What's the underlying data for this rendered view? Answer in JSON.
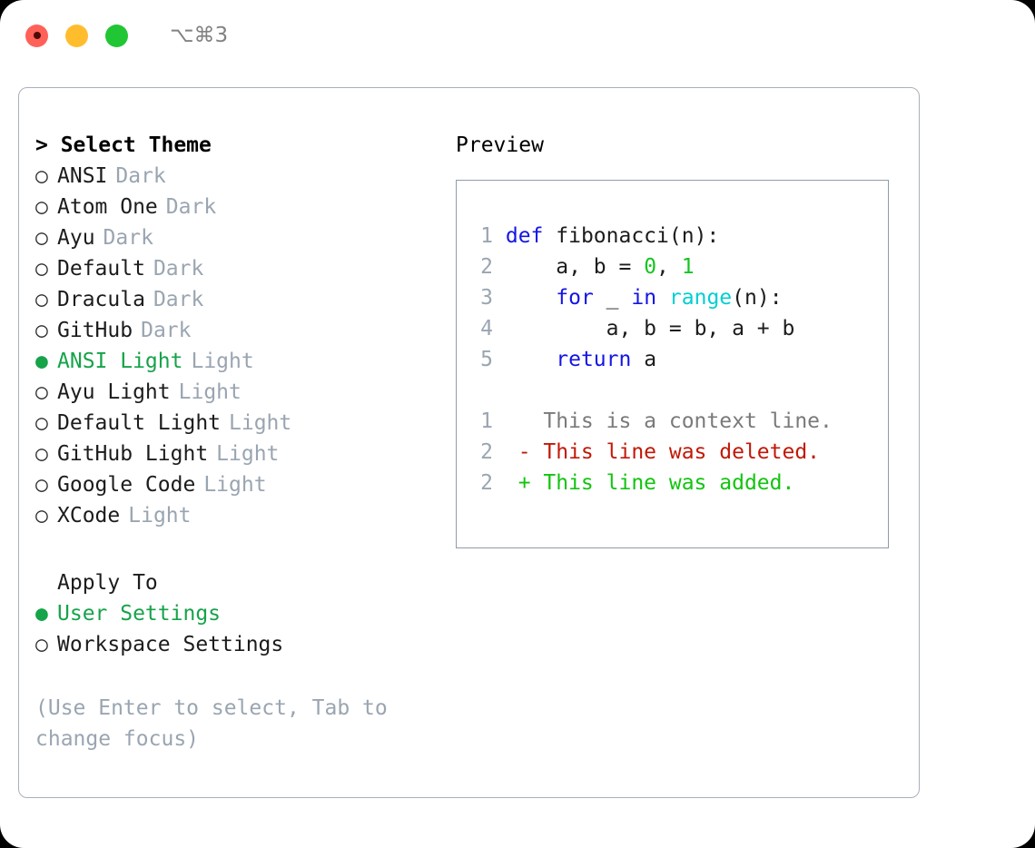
{
  "titlebar": {
    "shortcut": "⌥⌘3",
    "buttons": [
      {
        "name": "close",
        "color": "#ff6159"
      },
      {
        "name": "minimize",
        "color": "#ffbd2e"
      },
      {
        "name": "maximize",
        "color": "#21c634"
      }
    ]
  },
  "theme_panel": {
    "heading": "> Select Theme",
    "selected_bullet": "●",
    "unselected_bullet": "○",
    "options": [
      {
        "label": "ANSI",
        "kind": "Dark",
        "selected": false
      },
      {
        "label": "Atom One",
        "kind": "Dark",
        "selected": false
      },
      {
        "label": "Ayu",
        "kind": "Dark",
        "selected": false
      },
      {
        "label": "Default",
        "kind": "Dark",
        "selected": false
      },
      {
        "label": "Dracula",
        "kind": "Dark",
        "selected": false
      },
      {
        "label": "GitHub",
        "kind": "Dark",
        "selected": false
      },
      {
        "label": "ANSI Light",
        "kind": "Light",
        "selected": true
      },
      {
        "label": "Ayu Light",
        "kind": "Light",
        "selected": false
      },
      {
        "label": "Default Light",
        "kind": "Light",
        "selected": false
      },
      {
        "label": "GitHub Light",
        "kind": "Light",
        "selected": false
      },
      {
        "label": "Google Code",
        "kind": "Light",
        "selected": false
      },
      {
        "label": "XCode",
        "kind": "Light",
        "selected": false
      }
    ]
  },
  "apply_to": {
    "heading": "Apply To",
    "options": [
      {
        "label": "User Settings",
        "selected": true
      },
      {
        "label": "Workspace Settings",
        "selected": false
      }
    ]
  },
  "hint": "(Use Enter to select, Tab to change focus)",
  "preview": {
    "heading": "Preview",
    "code_lines": [
      {
        "no": "1",
        "tokens": [
          {
            "t": "def ",
            "c": "kw"
          },
          {
            "t": "fibonacci(n):",
            "c": "plain"
          }
        ]
      },
      {
        "no": "2",
        "tokens": [
          {
            "t": "    a, b = ",
            "c": "plain"
          },
          {
            "t": "0",
            "c": "num"
          },
          {
            "t": ", ",
            "c": "plain"
          },
          {
            "t": "1",
            "c": "num"
          }
        ]
      },
      {
        "no": "3",
        "tokens": [
          {
            "t": "    ",
            "c": "plain"
          },
          {
            "t": "for",
            "c": "kw"
          },
          {
            "t": " _ ",
            "c": "plain"
          },
          {
            "t": "in",
            "c": "kw"
          },
          {
            "t": " ",
            "c": "plain"
          },
          {
            "t": "range",
            "c": "fn"
          },
          {
            "t": "(n):",
            "c": "plain"
          }
        ]
      },
      {
        "no": "4",
        "tokens": [
          {
            "t": "        a, b = b, a + b",
            "c": "plain"
          }
        ]
      },
      {
        "no": "5",
        "tokens": [
          {
            "t": "    ",
            "c": "plain"
          },
          {
            "t": "return",
            "c": "kw"
          },
          {
            "t": " a",
            "c": "plain"
          }
        ]
      }
    ],
    "diff_lines": [
      {
        "no": "1",
        "prefix": "  ",
        "text": "This is a context line.",
        "kind": "ctx"
      },
      {
        "no": "2",
        "prefix": "- ",
        "text": "This line was deleted.",
        "kind": "del"
      },
      {
        "no": "2",
        "prefix": "+ ",
        "text": "This line was added.",
        "kind": "add"
      }
    ]
  },
  "colors": {
    "accent_green": "#16a34a",
    "muted": "#9aa5b1",
    "keyword": "#1414e6",
    "function": "#00cfd1",
    "number": "#16c421",
    "diff_delete": "#c21807",
    "diff_add": "#12c40f",
    "border": "#a7b1bd"
  }
}
